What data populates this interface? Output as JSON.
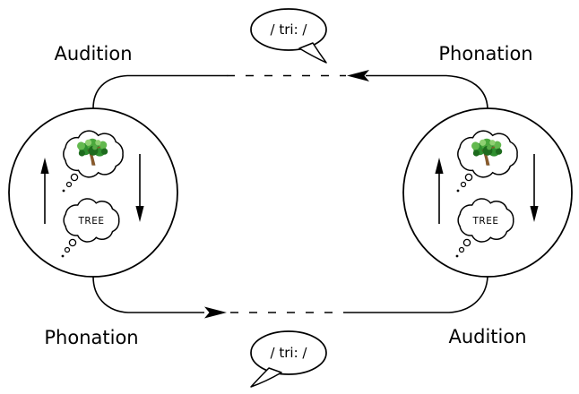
{
  "diagram": {
    "type": "speech-communication-loop",
    "colors": {
      "stroke": "#000000",
      "background": "#ffffff",
      "foliage_dark": "#1e6b1e",
      "foliage_mid": "#2f8f2f",
      "foliage_bright": "#4aa83c",
      "foliage_light": "#8fd072",
      "trunk": "#8a5a2a"
    },
    "labels": {
      "top_left": "Audition",
      "top_right": "Phonation",
      "bottom_left": "Phonation",
      "bottom_right": "Audition"
    },
    "speech_bubbles": {
      "top_text": "/ tri: /",
      "bottom_text": "/ tri: /"
    },
    "speakers": {
      "left": {
        "concept_word": "TREE"
      },
      "right": {
        "concept_word": "TREE"
      }
    },
    "icons": {
      "thought_bubble": "cloud-thought-bubble",
      "tree": "tree-clipart",
      "up_arrow": "upward-arrow",
      "down_arrow": "downward-arrow",
      "transmission_arrows": "solid-triangle-arrowheads"
    }
  }
}
